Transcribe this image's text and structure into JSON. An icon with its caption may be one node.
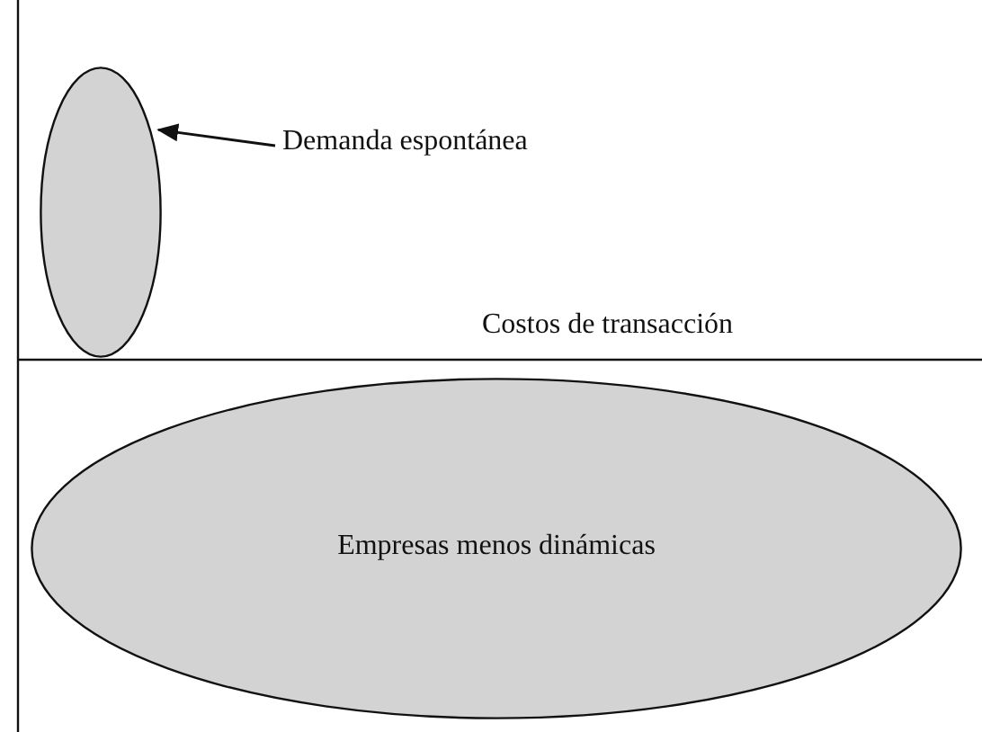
{
  "diagram": {
    "nodes": [
      {
        "text": [],
        "shape": "ellipse"
      },
      {
        "text": [
          "Demanda espontánea"
        ]
      },
      {
        "text": [
          "Empresas menos dinámicas"
        ]
      }
    ],
    "edges": [
      {
        "from": 1,
        "to": 0,
        "arrow": "to"
      }
    ],
    "labels": [
      "Costos de transacción"
    ]
  }
}
